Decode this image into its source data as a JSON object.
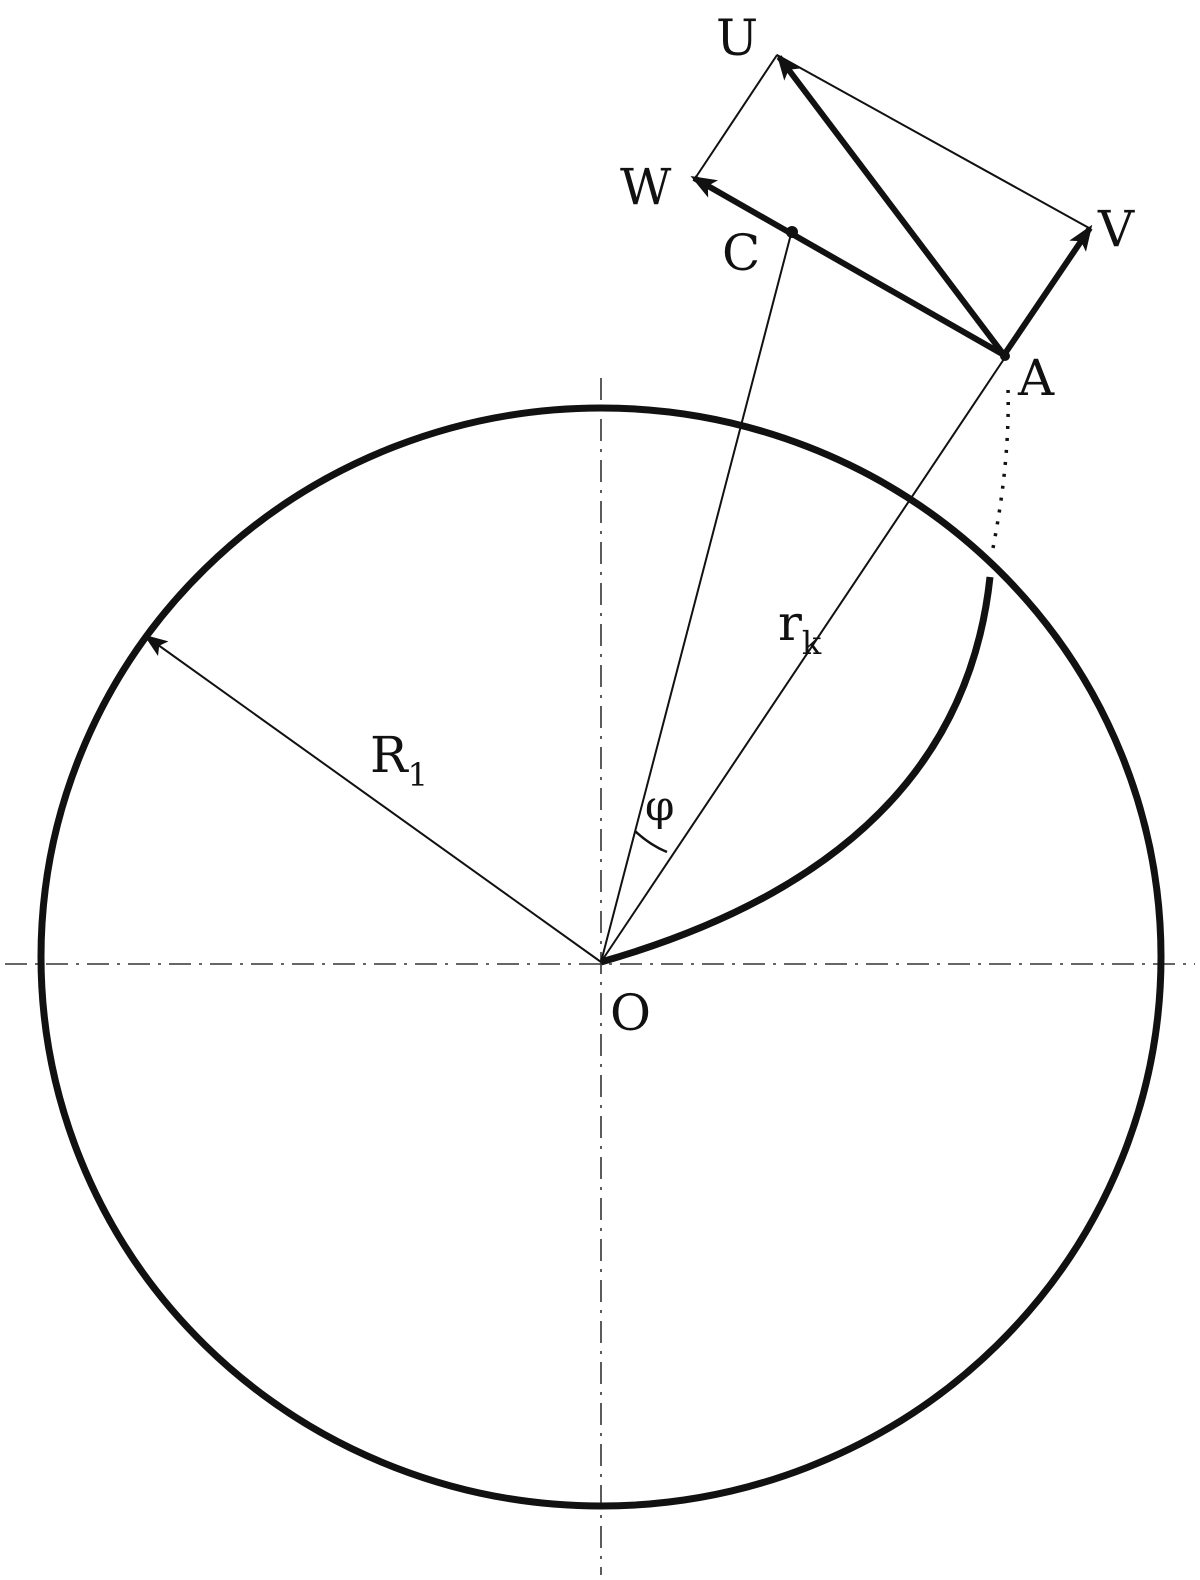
{
  "labels": {
    "U": "U",
    "W": "W",
    "V": "V",
    "C": "C",
    "A": "A",
    "O": "O",
    "rk_main": "r",
    "rk_sub": "k",
    "R1_main": "R",
    "R1_sub": "1",
    "phi": "φ"
  },
  "colors": {
    "ink": "#111111",
    "background": "#ffffff"
  }
}
